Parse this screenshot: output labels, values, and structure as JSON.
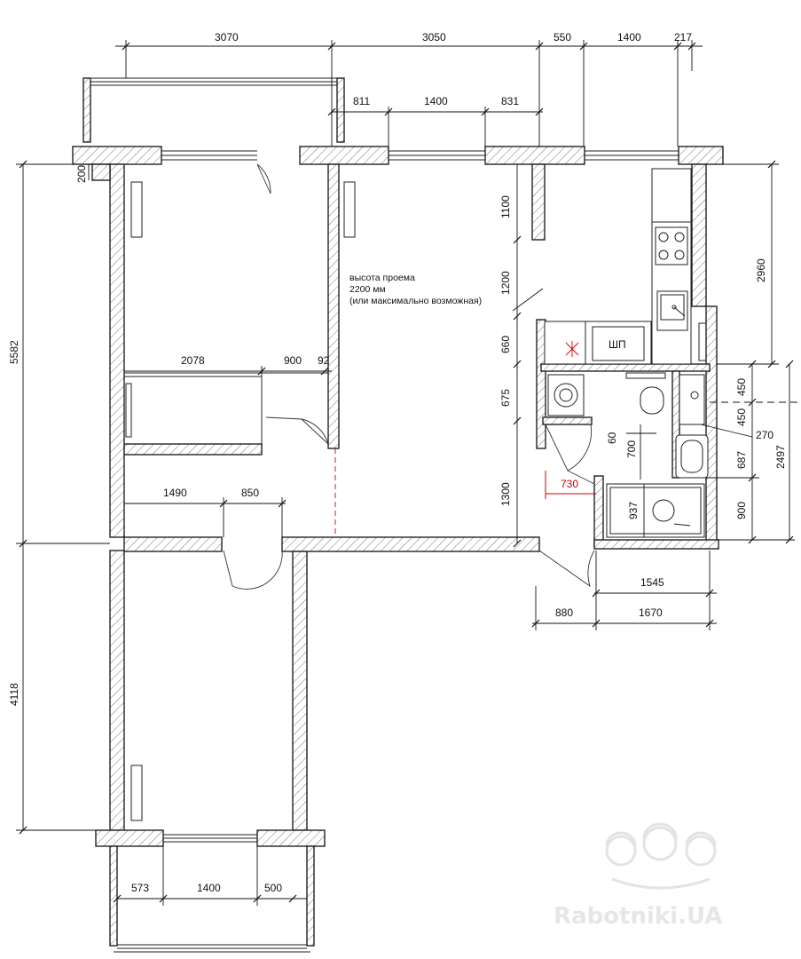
{
  "dimensions": {
    "top_row1": [
      "3070",
      "3050",
      "550",
      "1400",
      "217"
    ],
    "top_row2": [
      "811",
      "1400",
      "831"
    ],
    "left": [
      "200",
      "5582",
      "4118"
    ],
    "right": [
      "2960",
      "450",
      "450",
      "270",
      "687",
      "2497",
      "900"
    ],
    "interior": [
      "2078",
      "900",
      "92",
      "1490",
      "850",
      "1100",
      "1200",
      "660",
      "675",
      "1300",
      "60",
      "700",
      "937"
    ],
    "bottom": [
      "1545",
      "880",
      "1670",
      "573",
      "1400",
      "500"
    ],
    "red": "730"
  },
  "note": {
    "line1": "высота проема",
    "line2": "2200 мм",
    "line3": "(или максимально возможная)"
  },
  "fixture_labels": {
    "dishwasher": "ШП"
  },
  "watermark": "Rabotniki.UA",
  "colors": {
    "line": "#222222",
    "red": "#cc0000",
    "watermark": "#e6e6e6"
  }
}
